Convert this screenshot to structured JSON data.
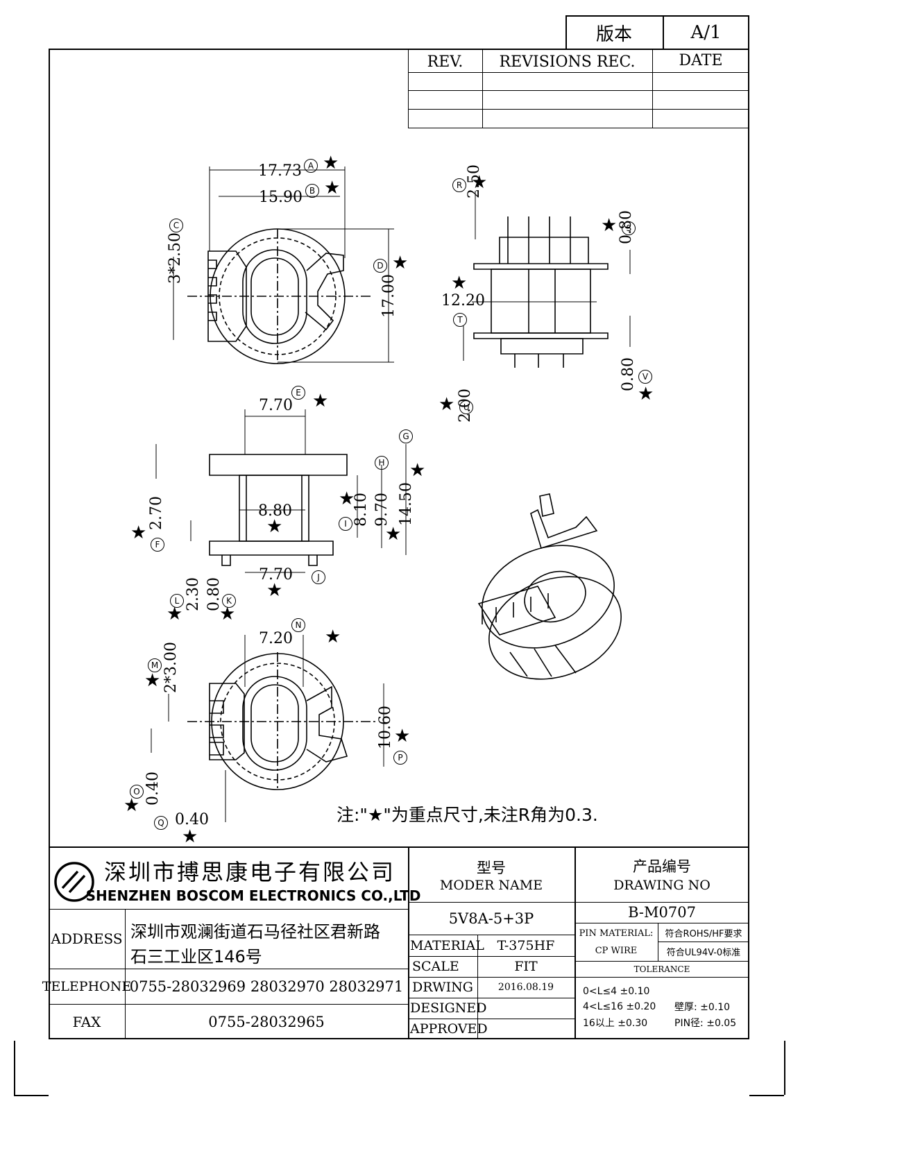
{
  "version_box": {
    "label": "版本",
    "value": "A/1"
  },
  "revision_table": {
    "col_rev": "REV.",
    "col_rec": "REVISIONS REC.",
    "col_date": "DATE"
  },
  "dims": {
    "d_a": "17.73",
    "d_b": "15.90",
    "d_c": "3*2.50",
    "d_d": "17.00",
    "d_r": "2.50",
    "d_s": "0.80",
    "d_t": "12.20",
    "d_u": "2.00",
    "d_v": "0.80",
    "d_e": "7.70",
    "d_g": "14.50",
    "d_h": "8.10",
    "d_i": "9.70",
    "d_f": "2.70",
    "d_88": "8.80",
    "d_j": "7.70",
    "d_l": "2.30",
    "d_k": "0.80",
    "d_n": "7.20",
    "d_m": "2*3.00",
    "d_p": "10.60",
    "d_o": "0.40",
    "d_q": "0.40"
  },
  "markers": {
    "a": "A",
    "b": "B",
    "c": "C",
    "d": "D",
    "e": "E",
    "f": "F",
    "g": "G",
    "h": "H",
    "i": "I",
    "j": "J",
    "k": "K",
    "l": "L",
    "m": "M",
    "n": "N",
    "o": "O",
    "p": "P",
    "q": "Q",
    "r": "R",
    "s": "S",
    "t": "T",
    "u": "U",
    "v": "V"
  },
  "star": "★",
  "note": "注:\"★\"为重点尺寸,未注R角为0.3.",
  "company": {
    "name_cn": "深圳市搏思康电子有限公司",
    "name_en": "SHENZHEN BOSCOM ELECTRONICS CO.,LTD"
  },
  "address": {
    "label": "ADDRESS",
    "line1": "深圳市观澜街道石马径社区君新路",
    "line2": "石三工业区146号"
  },
  "telephone": {
    "label": "TELEPHONE",
    "value": "0755-28032969 28032970 28032971"
  },
  "fax": {
    "label": "FAX",
    "value": "0755-28032965"
  },
  "model": {
    "label_cn": "型号",
    "label_en": "MODER NAME",
    "value": "5V8A-5+3P"
  },
  "drawing_no": {
    "label_cn": "产品编号",
    "label_en": "DRAWING NO",
    "value": "B-M0707"
  },
  "material": {
    "label": "MATERIAL",
    "value": "T-375HF"
  },
  "scale": {
    "label": "SCALE",
    "value": "FIT"
  },
  "drwing": {
    "label": "DRWING",
    "value": "2016.08.19"
  },
  "designed": {
    "label": "DESIGNED"
  },
  "approved": {
    "label": "APPROVED"
  },
  "pin": {
    "label1": "PIN MATERIAL:",
    "label2": "CP WIRE",
    "value1": "符合ROHS/HF要求",
    "value2": "符合UL94V-0标准"
  },
  "tolerance": {
    "title": "TOLERANCE",
    "r1": "0<L≤4  ±0.10",
    "r2": "4<L≤16  ±0.20",
    "r3": "16以上    ±0.30",
    "wall": "壁厚:  ±0.10",
    "pind": "PIN径: ±0.05"
  }
}
